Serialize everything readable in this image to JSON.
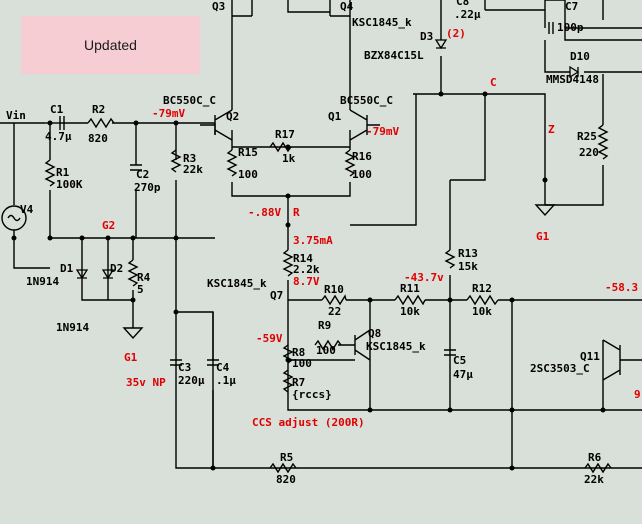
{
  "note": {
    "text": "Updated"
  },
  "labels": {
    "q3": "Q3",
    "q4": "Q4",
    "ksc_top": "KSC1845_k",
    "c8": "C8",
    "c8v": ".22µ",
    "c7": "C7",
    "c7v": "100p",
    "d3": "D3",
    "d3n": "(2)",
    "bzx": "BZX84C15L",
    "d10": "D10",
    "mmsd": "MMSD4148",
    "c_node": "C",
    "z_node": "Z",
    "r25": "R25",
    "r25v": "220",
    "vin": "Vin",
    "c1": "C1",
    "c1v": "4.7µ",
    "r2": "R2",
    "r2v": "820",
    "bc_q2": "BC550C_C",
    "q2": "Q2",
    "bc_q1": "BC550C_C",
    "q1": "Q1",
    "v79a": "-79mV",
    "v79b": "-79mV",
    "r3": "R3",
    "r3v": "22k",
    "r17": "R17",
    "r17v": "1k",
    "r15": "R15",
    "r15v": "100",
    "r16": "R16",
    "r16v": "100",
    "r1": "R1",
    "r1v": "100K",
    "c2": "C2",
    "c2v": "270p",
    "v4": "V4",
    "v88": "-.88V",
    "r_node": "R",
    "g2": "G2",
    "i375": "3.75mA",
    "d1": "D1",
    "d2": "D2",
    "r4": "R4",
    "r4v": "5",
    "n914a": "1N914",
    "n914b": "1N914",
    "r14": "R14",
    "r14v": "2.2k",
    "v87": "8.7V",
    "ksc_q7": "KSC1845_k",
    "q7": "Q7",
    "r10": "R10",
    "r10v": "22",
    "r11": "R11",
    "r11v": "10k",
    "r12": "R12",
    "r12v": "10k",
    "r13": "R13",
    "r13v": "15k",
    "v437": "-43.7v",
    "v583": "-58.3",
    "g1a": "G1",
    "g1b": "G1",
    "v59": "-59V",
    "r9": "R9",
    "r9v": "100",
    "q8": "Q8",
    "ksc_q8": "KSC1845_k",
    "r8": "R8",
    "r8v": "100",
    "r7": "R7",
    "r7v": "{rccs}",
    "c5": "C5",
    "c5v": "47µ",
    "q11": "Q11",
    "q11v": "2SC3503_C",
    "v35": "35v NP",
    "c3": "C3",
    "c3v": "220µ",
    "c4": "C4",
    "c4v": ".1µ",
    "ccs": "CCS adjust (200R)",
    "r5": "R5",
    "r5v": "820",
    "r6": "R6",
    "r6v": "22k",
    "nine": "9"
  }
}
